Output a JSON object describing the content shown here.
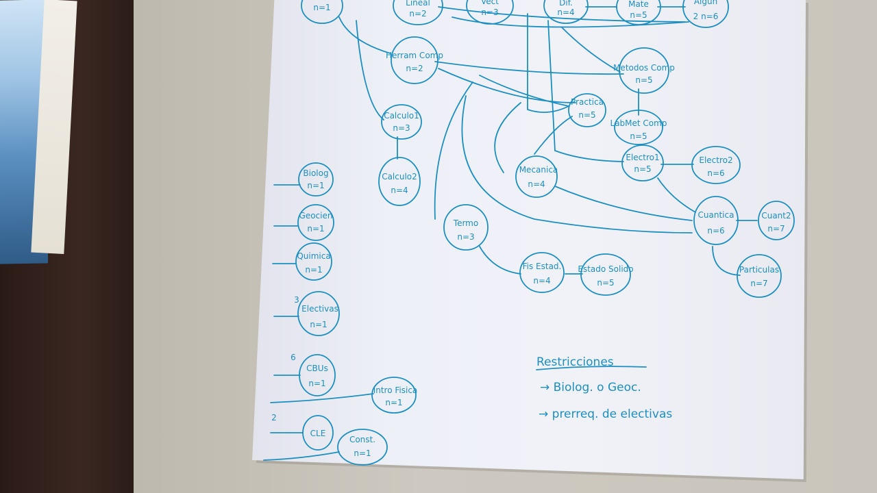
{
  "nodes": [
    {
      "id": "n1",
      "label": "n=1"
    },
    {
      "id": "lineal",
      "label": "Lineal",
      "sub": "n=2"
    },
    {
      "id": "vect",
      "label": "Vect",
      "sub": "n=3"
    },
    {
      "id": "dif",
      "label": "Dif.",
      "sub": "n=4"
    },
    {
      "id": "mate",
      "label": "Mate",
      "sub": "n=5"
    },
    {
      "id": "algun",
      "label": "Algun",
      "sub": "2 n=6"
    },
    {
      "id": "herram",
      "label": "Herram Comp",
      "sub": "n=2"
    },
    {
      "id": "metodos",
      "label": "Metodos Comp",
      "sub": "n=5"
    },
    {
      "id": "calculo",
      "label": "Calculo1",
      "sub": "n=3"
    },
    {
      "id": "practica",
      "label": "Practica",
      "sub": "n=5"
    },
    {
      "id": "labmet",
      "label": "LabMet Comp",
      "sub": "n=5"
    },
    {
      "id": "calculo2",
      "label": "Calculo2",
      "sub": "n=4"
    },
    {
      "id": "electro1",
      "label": "Electro1",
      "sub": "n=5"
    },
    {
      "id": "electro2",
      "label": "Electro2",
      "sub": "n=6"
    },
    {
      "id": "mecanica",
      "label": "Mecanica",
      "sub": "n=4"
    },
    {
      "id": "cuantica",
      "label": "Cuantica",
      "sub": "n=6"
    },
    {
      "id": "cuant2",
      "label": "Cuant2",
      "sub": "n=7"
    },
    {
      "id": "termo",
      "label": "Termo",
      "sub": "n=3"
    },
    {
      "id": "fisestad",
      "label": "Fis Estad.",
      "sub": "n=4"
    },
    {
      "id": "estadosolido",
      "label": "Estado Solido",
      "sub": "n=5"
    },
    {
      "id": "particulas",
      "label": "Particulas",
      "sub": "n=7"
    },
    {
      "id": "biolog",
      "label": "Biolog",
      "sub": "n=1"
    },
    {
      "id": "geocien",
      "label": "Geocien",
      "sub": "n=1"
    },
    {
      "id": "quimica",
      "label": "Quimica",
      "sub": "n=1"
    },
    {
      "id": "electivas",
      "label": "Electivas",
      "sub": "n=1"
    },
    {
      "id": "cbus",
      "label": "CBUs",
      "sub": "n=1"
    },
    {
      "id": "introfisica",
      "label": "Intro Fisica",
      "sub": "n=1"
    },
    {
      "id": "cle",
      "label": "CLE",
      "sub": ""
    },
    {
      "id": "const",
      "label": "Const.",
      "sub": "n=1"
    }
  ],
  "side_numbers": {
    "electivas": "3",
    "cbus": "6",
    "cle": "2"
  },
  "notes": {
    "title": "Restricciones",
    "items": [
      "→ Biolog. o Geoc.",
      "→ prerreq. de electivas"
    ]
  },
  "colors": {
    "ink": "#1c8fc0",
    "paper": "#eef0f7",
    "shelf": "#2f1f1a"
  }
}
